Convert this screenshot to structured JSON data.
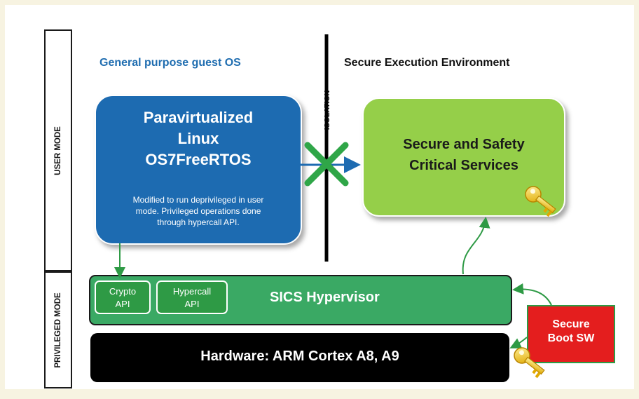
{
  "labels": {
    "user_mode": "USER MODE",
    "privileged_mode": "PRIVILEGED MODE",
    "isolation": "ISOLATION"
  },
  "headings": {
    "guest_os": "General purpose guest OS",
    "secure_env": "Secure Execution Environment"
  },
  "linux_box": {
    "title_line1": "Paravirtualized",
    "title_line2": "Linux",
    "title_line3": "OS7FreeRTOS",
    "desc_line1": "Modified to run deprivileged in user",
    "desc_line2": "mode. Privileged operations done",
    "desc_line3": "through hypercall API."
  },
  "secure_box": {
    "title_line1": "Secure and Safety",
    "title_line2": "Critical Services"
  },
  "hypervisor": {
    "title": "SICS Hypervisor",
    "api1_line1": "Crypto",
    "api1_line2": "API",
    "api2_line1": "Hypercall",
    "api2_line2": "API"
  },
  "hardware": {
    "title": "Hardware: ARM Cortex A8, A9"
  },
  "secure_boot": {
    "line1": "Secure",
    "line2": "Boot SW"
  },
  "icons": [
    "key-icon",
    "key-icon",
    "cross-icon"
  ],
  "colors": {
    "linux_blue": "#1d6bb1",
    "secure_green": "#95cf49",
    "hypervisor_green": "#3aa964",
    "boot_red": "#e41e1e",
    "heading_blue": "#1f6db0"
  }
}
